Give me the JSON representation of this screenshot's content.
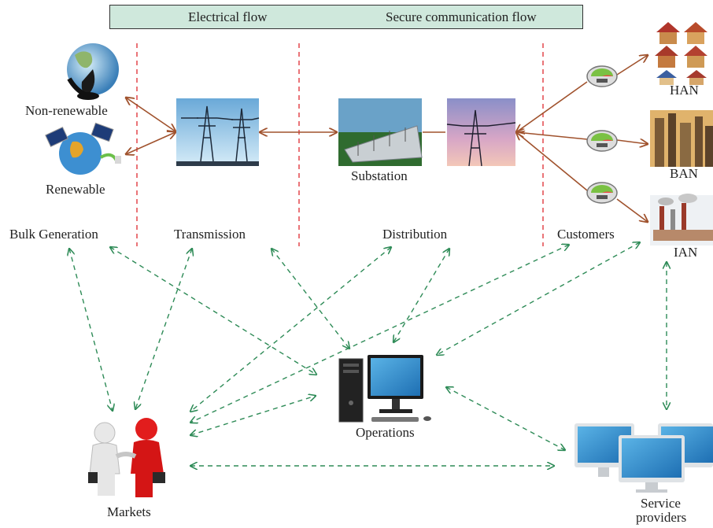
{
  "legend": {
    "electrical_flow": "Electrical flow",
    "secure_flow": "Secure communication flow"
  },
  "domains": {
    "bulk_generation": "Bulk Generation",
    "transmission": "Transmission",
    "distribution": "Distribution",
    "customers": "Customers"
  },
  "nodes": {
    "non_renewable": "Non-renewable",
    "renewable": "Renewable",
    "substation": "Substation",
    "han": "HAN",
    "ban": "BAN",
    "ian": "IAN",
    "operations": "Operations",
    "markets": "Markets",
    "service_providers_1": "Service",
    "service_providers_2": "providers"
  },
  "colors": {
    "electrical": "#a0522d",
    "communication": "#2e8b57",
    "domain_divider": "#e0393e",
    "legend_bg": "#cfe8dc"
  }
}
